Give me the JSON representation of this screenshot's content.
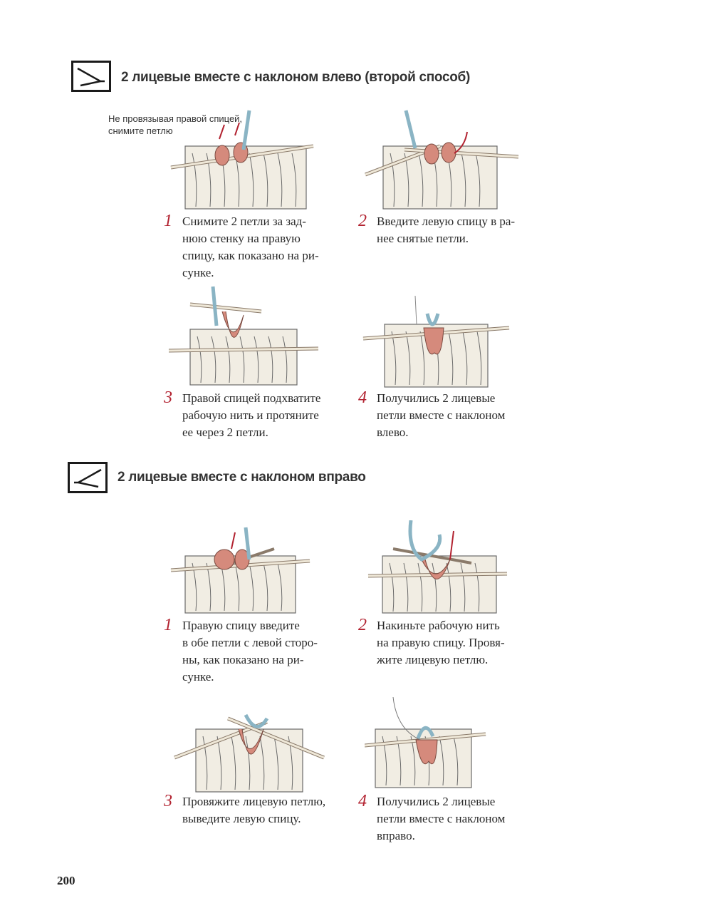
{
  "section1": {
    "title": "2 лицевые вместе с наклоном влево (второй способ)",
    "note": "Не провязывая правой спицей,\nснимите петлю",
    "steps": [
      {
        "num": "1",
        "text": "Снимите 2 петли за зад-\nнюю стенку на правую\nспицу, как показано на ри-\nсунке."
      },
      {
        "num": "2",
        "text": "Введите левую спицу в ра-\nнее снятые петли."
      },
      {
        "num": "3",
        "text": "Правой спицей подхватите\nрабочую нить и протяните\nее через 2 петли."
      },
      {
        "num": "4",
        "text": "Получились 2 лицевые\nпетли вместе с наклоном\nвлево."
      }
    ]
  },
  "section2": {
    "title": "2 лицевые вместе с наклоном вправо",
    "steps": [
      {
        "num": "1",
        "text": "Правую спицу введите\nв обе петли с левой сторо-\nны, как показано на ри-\nсунке."
      },
      {
        "num": "2",
        "text": "Накиньте рабочую нить\nна правую спицу. Провя-\nжите лицевую петлю."
      },
      {
        "num": "3",
        "text": "Провяжите лицевую петлю,\nвыведите левую спицу."
      },
      {
        "num": "4",
        "text": "Получились 2 лицевые\nпетли вместе с наклоном\nвправо."
      }
    ]
  },
  "page_number": "200",
  "colors": {
    "accent": "#b22230",
    "loop": "#d58a7c",
    "yarn": "#8ab4c4",
    "knit": "#f1ede3",
    "outline": "#6a6a6a"
  }
}
